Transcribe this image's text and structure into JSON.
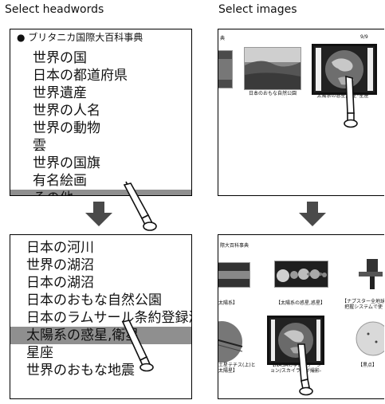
{
  "headings": {
    "left": "Select headwords",
    "right": "Select images"
  },
  "headword_panel_top": {
    "dictionary": "ブリタニカ国際大百科事典",
    "items": [
      "世界の国",
      "日本の都道府県",
      "世界遺産",
      "世界の人名",
      "世界の動物",
      "雲",
      "世界の国旗",
      "有名絵画",
      "その他"
    ],
    "selected_index": 8
  },
  "headword_panel_bottom": {
    "items": [
      "日本の河川",
      "世界の湖沼",
      "日本の湖沼",
      "日本のおもな自然公園",
      "日本のラムサール条約登録湿地",
      "太陽系の惑星,衛星",
      "星座",
      "世界のおもな地震"
    ],
    "selected_index": 5
  },
  "image_panel_top": {
    "header_left": "典",
    "page_indicator": "9/9",
    "captions": [
      "日本のおもな自然公園",
      "太陽系の惑星,衛星･星座"
    ]
  },
  "image_panel_bottom": {
    "header_left": "際大百科事典",
    "captions_row1": [
      "太陽系】",
      "【太陽系の惑星,惑星】",
      "【ナプスター全地球\n把握システムで使"
    ],
    "captions_row2": [
      "土星テチス(上)と\n太陽星】",
      "【NASAの宇宙ステーシ\nョン/スカイラボが撮影-",
      "【黒点】"
    ]
  },
  "colors": {
    "selection": "#8f8f8f",
    "arrow": "#4a4a4a",
    "border": "#000000"
  },
  "icons": [
    "down-arrow-icon",
    "stylus-icon"
  ]
}
